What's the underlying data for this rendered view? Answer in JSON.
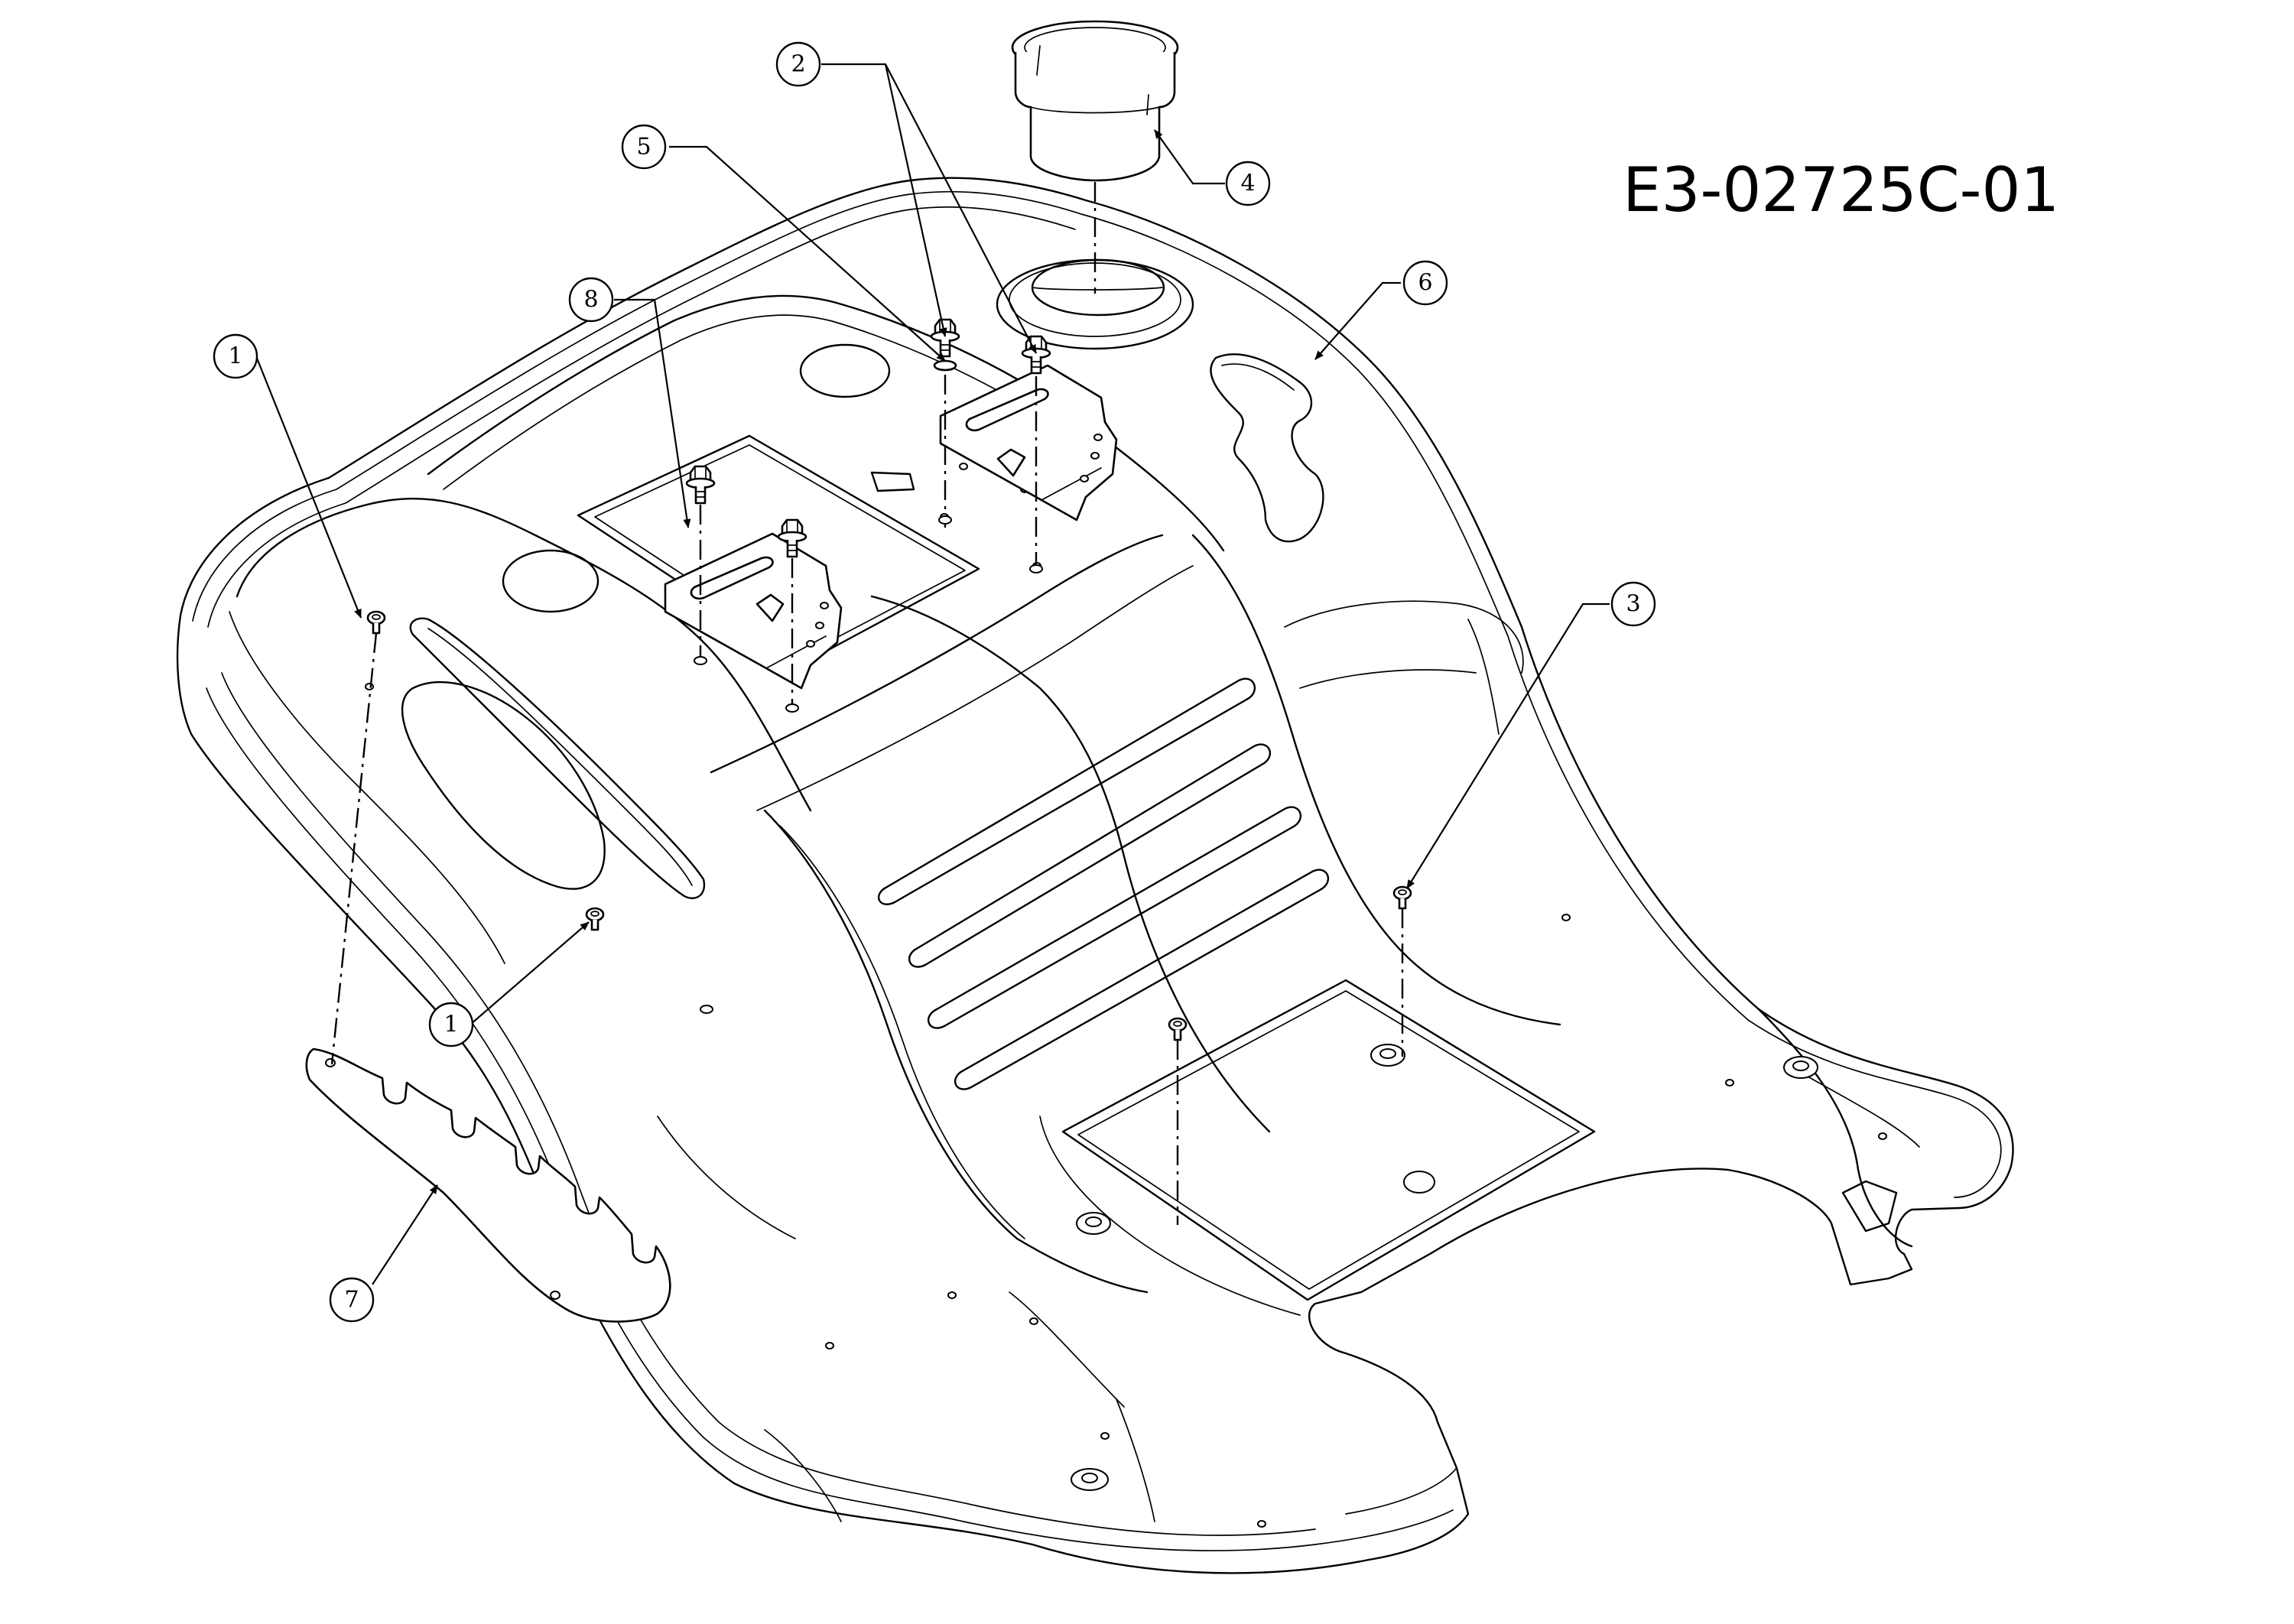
{
  "drawing": {
    "number": "E3-02725C-01"
  },
  "callouts": [
    {
      "id": "c1a",
      "label": "1"
    },
    {
      "id": "c1b",
      "label": "1"
    },
    {
      "id": "c2",
      "label": "2"
    },
    {
      "id": "c3",
      "label": "3"
    },
    {
      "id": "c4",
      "label": "4"
    },
    {
      "id": "c5",
      "label": "5"
    },
    {
      "id": "c6",
      "label": "6"
    },
    {
      "id": "c7",
      "label": "7"
    },
    {
      "id": "c8",
      "label": "8"
    }
  ]
}
